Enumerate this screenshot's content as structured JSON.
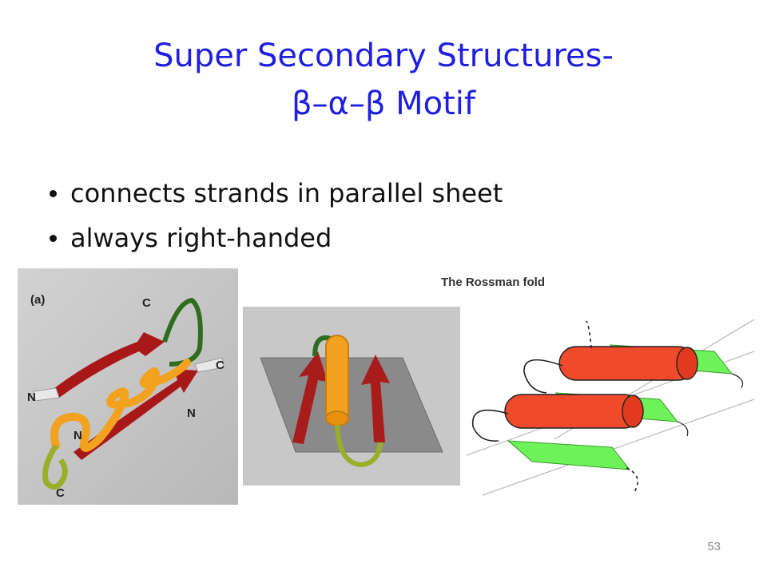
{
  "slide": {
    "title_line1": "Super Secondary Structures-",
    "title_line2": "β–α–β Motif",
    "bullets": [
      "connects strands in parallel sheet",
      "always right-handed"
    ],
    "page_number": "53"
  },
  "figures": {
    "panel_a": {
      "panel_label": "(a)",
      "labels": [
        "C",
        "C",
        "N",
        "N",
        "N",
        "C"
      ]
    },
    "rossman": {
      "caption": "The Rossman fold"
    }
  },
  "colors": {
    "title": "#1f1fe0",
    "strand_red": "#b01a1a",
    "helix_orange": "#f2a21f",
    "rossman_cylinder": "#f04a2c",
    "rossman_strand": "#6ef25a"
  }
}
